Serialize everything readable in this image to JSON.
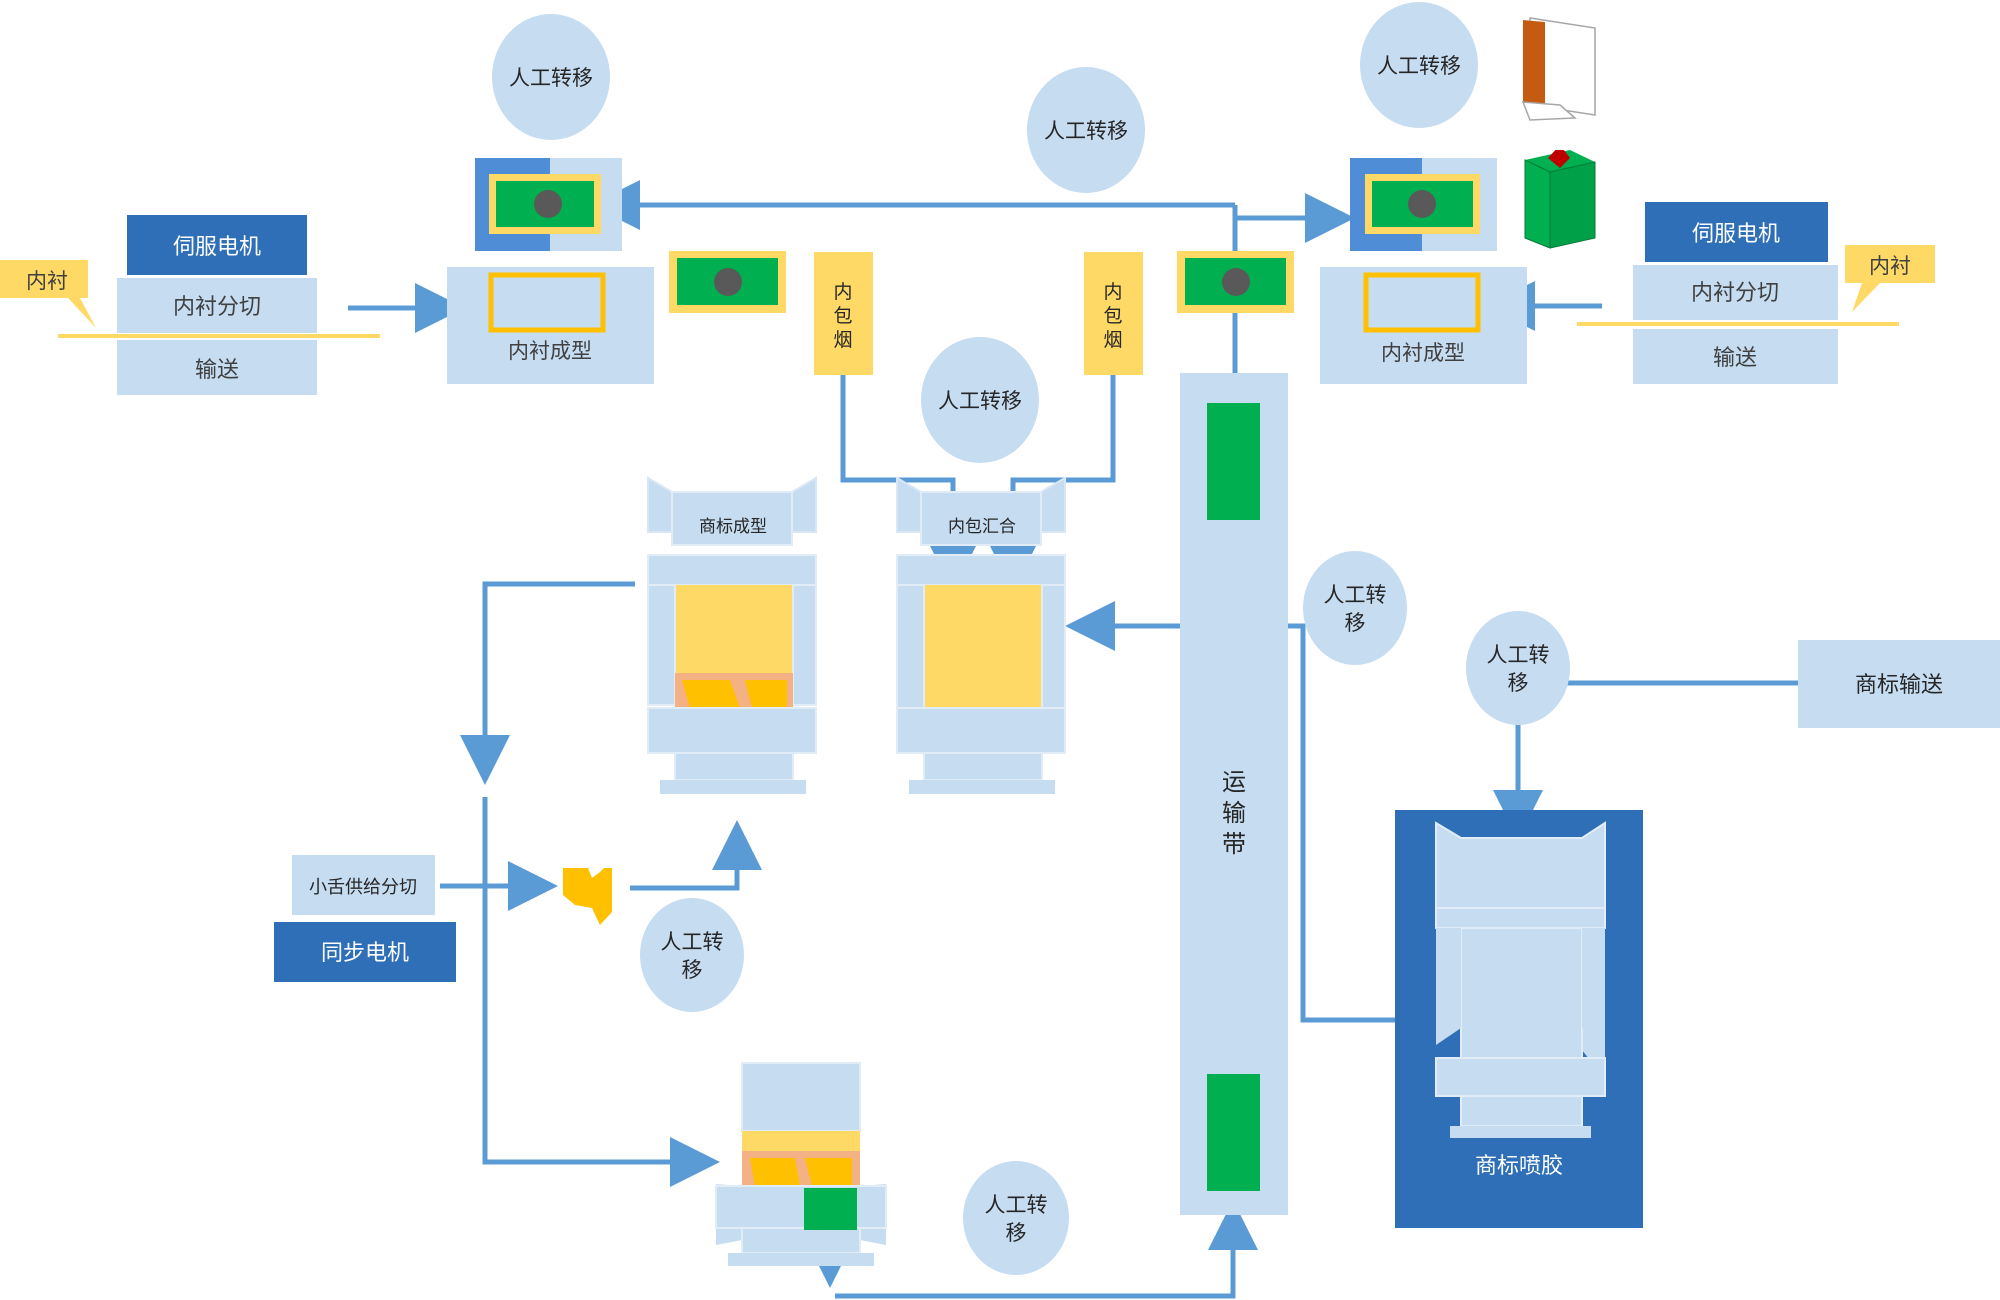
{
  "labels": {
    "manual_transfer": "人工转移",
    "manual_transfer_line1": "人工转",
    "manual_transfer_line2": "移",
    "servo_motor": "伺服电机",
    "lining_split": "内衬分切",
    "conveying": "输送",
    "lining": "内衬",
    "lining_forming": "内衬成型",
    "inner_pack_1": "内",
    "inner_pack_2": "包",
    "inner_pack_3": "烟",
    "label_forming": "商标成型",
    "inner_pack_merge": "内包汇合",
    "label_conveying": "商标输送",
    "label_glue": "商标喷胶",
    "belt_1": "运",
    "belt_2": "输",
    "belt_3": "带",
    "tongue_split": "小舌供给分切",
    "sync_motor": "同步电机"
  },
  "colors": {
    "light_blue": "#c6dcf1",
    "mid_blue": "#4f8ed6",
    "dark_blue": "#2e6fb7",
    "arrow_blue": "#5b9bd5",
    "green": "#00b050",
    "yellow": "#ffd966",
    "yellow_border": "#ffc000",
    "orange": "#f4b183",
    "gray_dot": "#595959",
    "red": "#c00000",
    "brown": "#c55a11"
  }
}
